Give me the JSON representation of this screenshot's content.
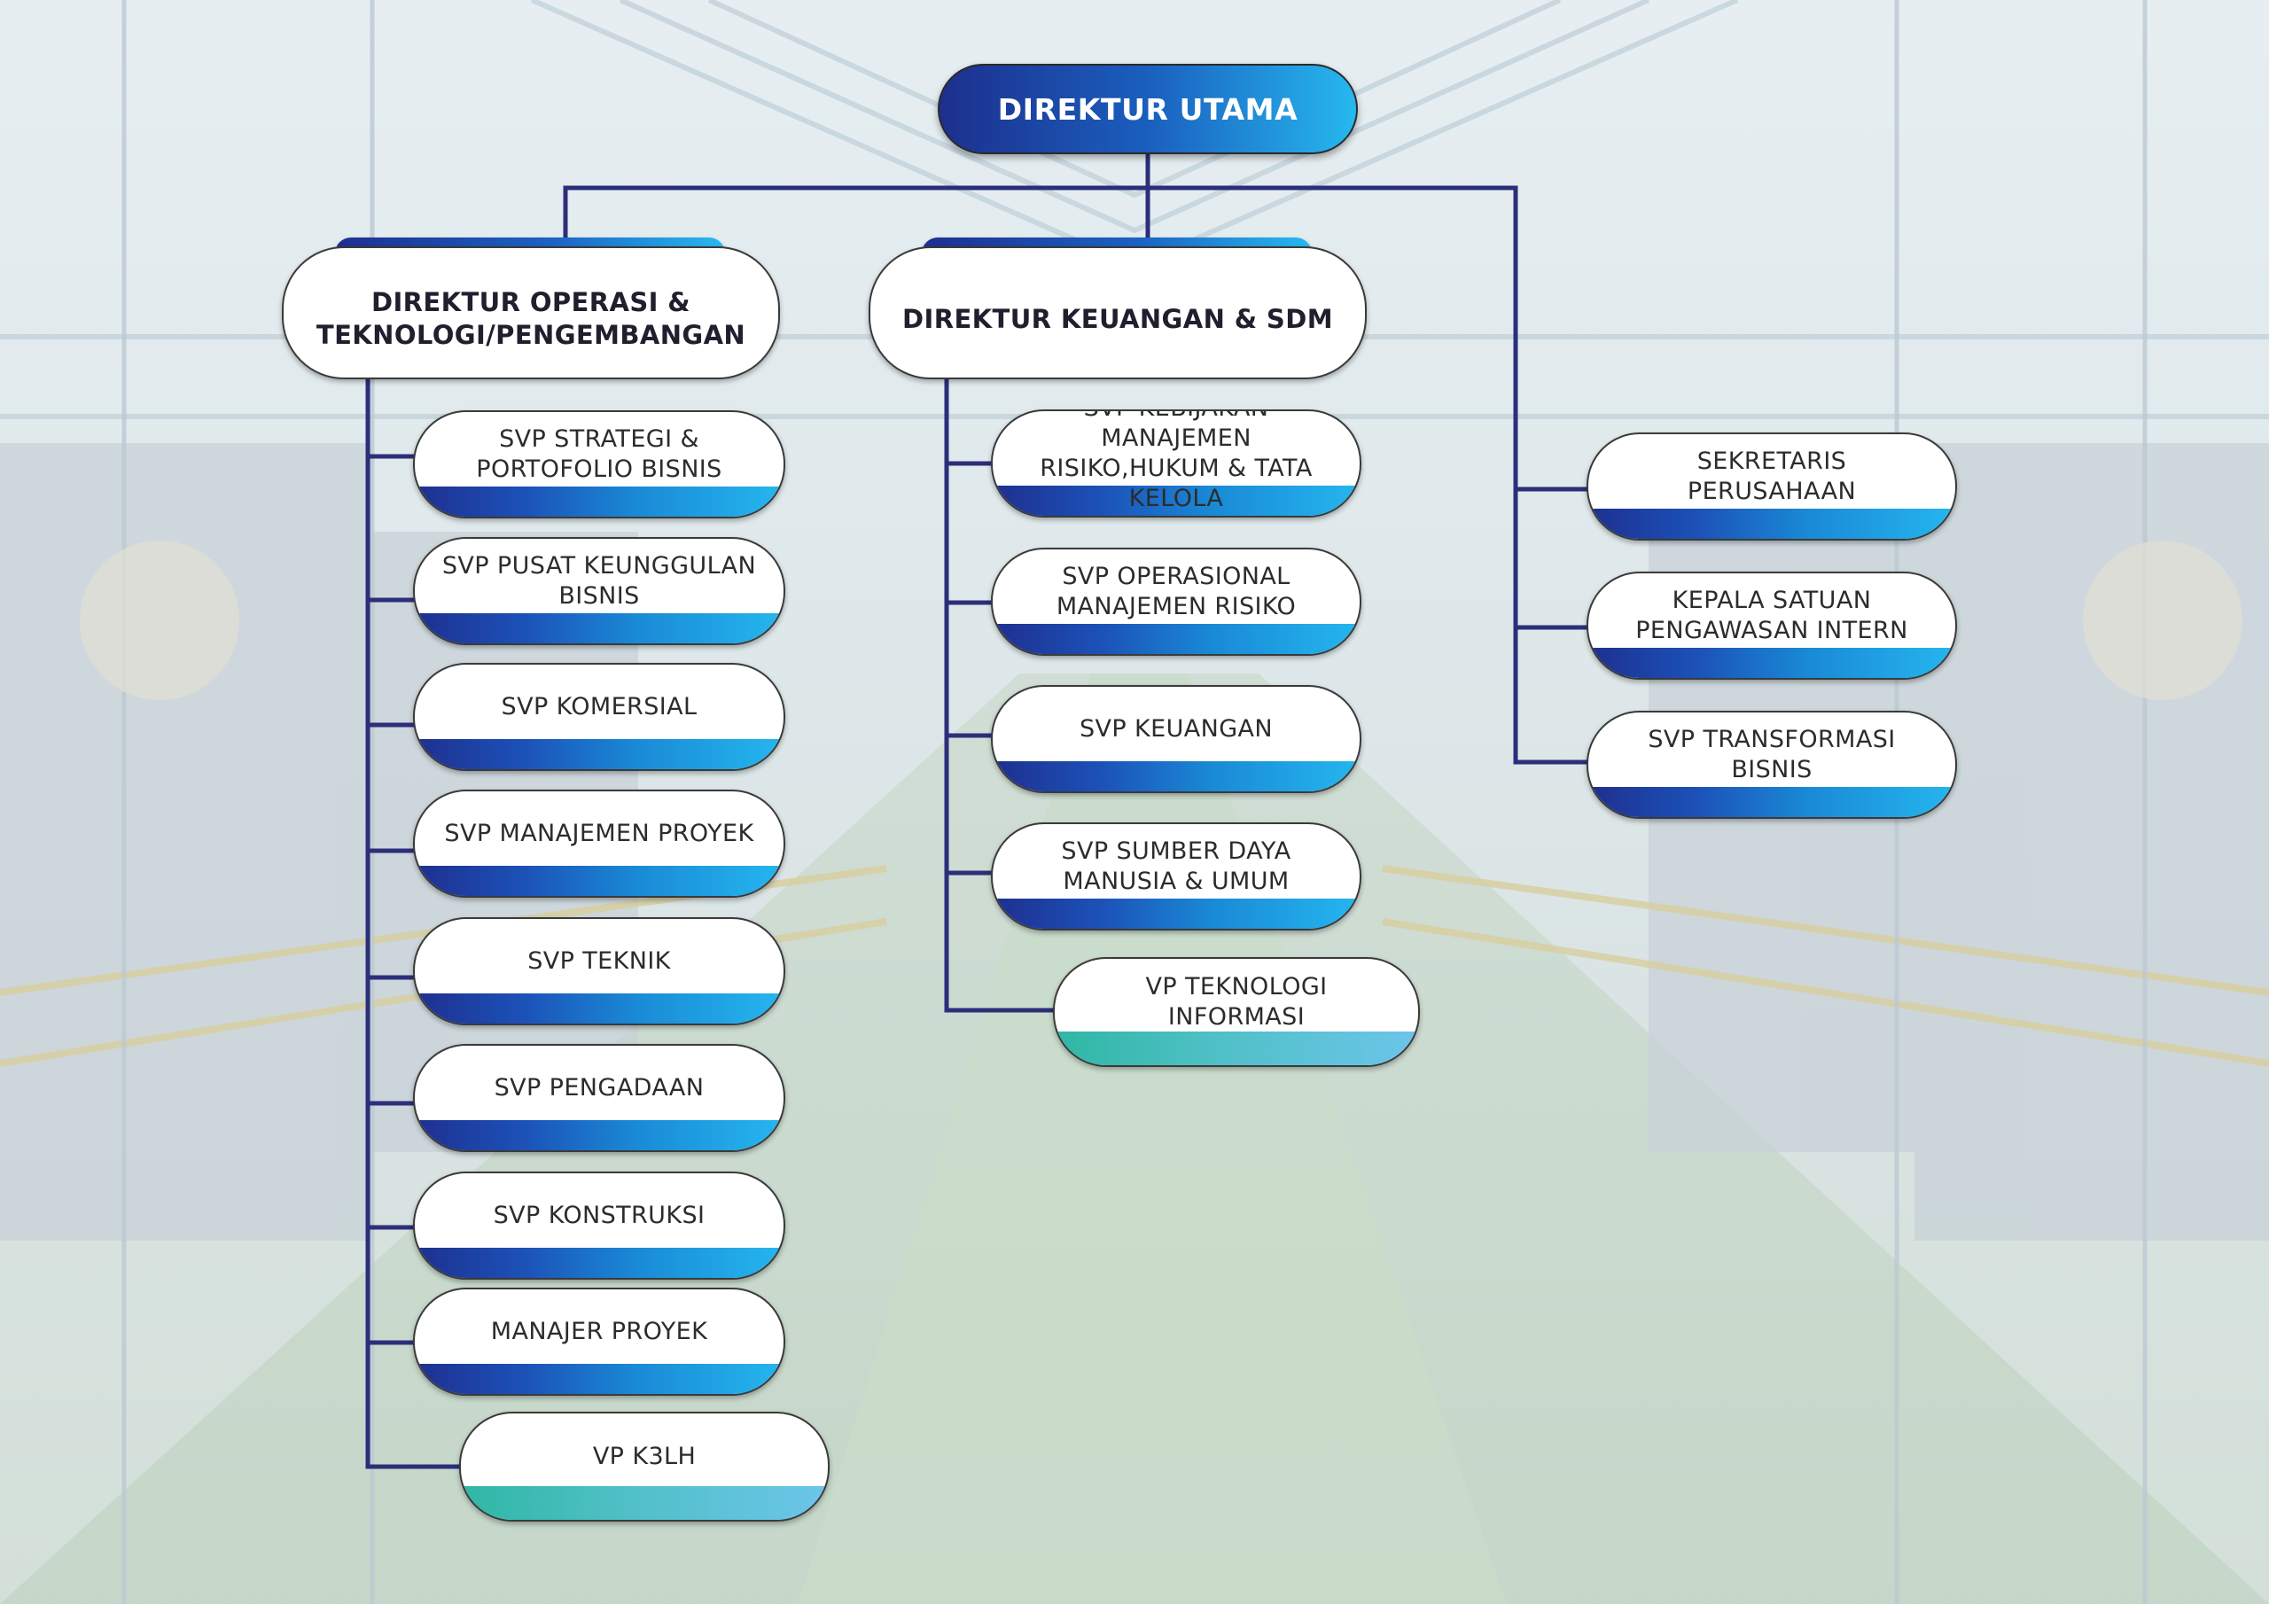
{
  "top": {
    "label": "DIREKTUR UTAMA"
  },
  "directors": [
    {
      "label": "DIREKTUR OPERASI & TEKNOLOGI/PENGEMBANGAN"
    },
    {
      "label": "DIREKTUR KEUANGAN & SDM"
    }
  ],
  "ops_units": [
    {
      "label": "SVP STRATEGI & PORTOFOLIO BISNIS"
    },
    {
      "label": "SVP PUSAT KEUNGGULAN BISNIS"
    },
    {
      "label": "SVP KOMERSIAL"
    },
    {
      "label": "SVP MANAJEMEN PROYEK"
    },
    {
      "label": "SVP TEKNIK"
    },
    {
      "label": "SVP PENGADAAN"
    },
    {
      "label": "SVP KONSTRUKSI"
    },
    {
      "label": "MANAJER PROYEK"
    },
    {
      "label": "VP K3LH"
    }
  ],
  "fin_units": [
    {
      "label": "SVP KEBIJAKAN MANAJEMEN RISIKO,HUKUM & TATA KELOLA"
    },
    {
      "label": "SVP OPERASIONAL MANAJEMEN RISIKO"
    },
    {
      "label": "SVP KEUANGAN"
    },
    {
      "label": "SVP SUMBER DAYA MANUSIA & UMUM"
    },
    {
      "label": "VP TEKNOLOGI INFORMASI"
    }
  ],
  "ceo_units": [
    {
      "label": "SEKRETARIS PERUSAHAAN"
    },
    {
      "label": "KEPALA SATUAN PENGAWASAN INTERN"
    },
    {
      "label": "SVP TRANSFORMASI BISNIS"
    }
  ],
  "colors": {
    "line": "#2b2f7a",
    "gradient_dark": "#1e2f8f",
    "gradient_light": "#25b6ef",
    "vp_teal": "#2fb7a4"
  }
}
